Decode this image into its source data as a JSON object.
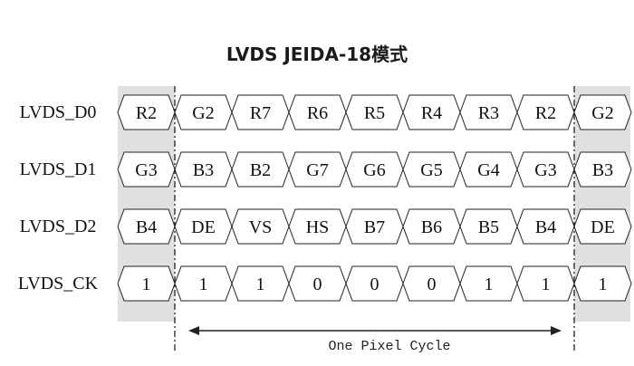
{
  "title": "LVDS JEIDA-18模式",
  "lanes": [
    {
      "label": "LVDS_D0",
      "cells": [
        "R2",
        "G2",
        "R7",
        "R6",
        "R5",
        "R4",
        "R3",
        "R2",
        "G2"
      ]
    },
    {
      "label": "LVDS_D1",
      "cells": [
        "G3",
        "B3",
        "B2",
        "G7",
        "G6",
        "G5",
        "G4",
        "G3",
        "B3"
      ]
    },
    {
      "label": "LVDS_D2",
      "cells": [
        "B4",
        "DE",
        "VS",
        "HS",
        "B7",
        "B6",
        "B5",
        "B4",
        "DE"
      ]
    },
    {
      "label": "LVDS_CK",
      "cells": [
        "1",
        "1",
        "1",
        "0",
        "0",
        "0",
        "1",
        "1",
        "1"
      ]
    }
  ],
  "cycle_label": "One Pixel Cycle",
  "colors": {
    "shade": "#e0e0e0",
    "cell_fill": "#ffffff",
    "cell_stroke": "#222222",
    "text": "#111111"
  }
}
